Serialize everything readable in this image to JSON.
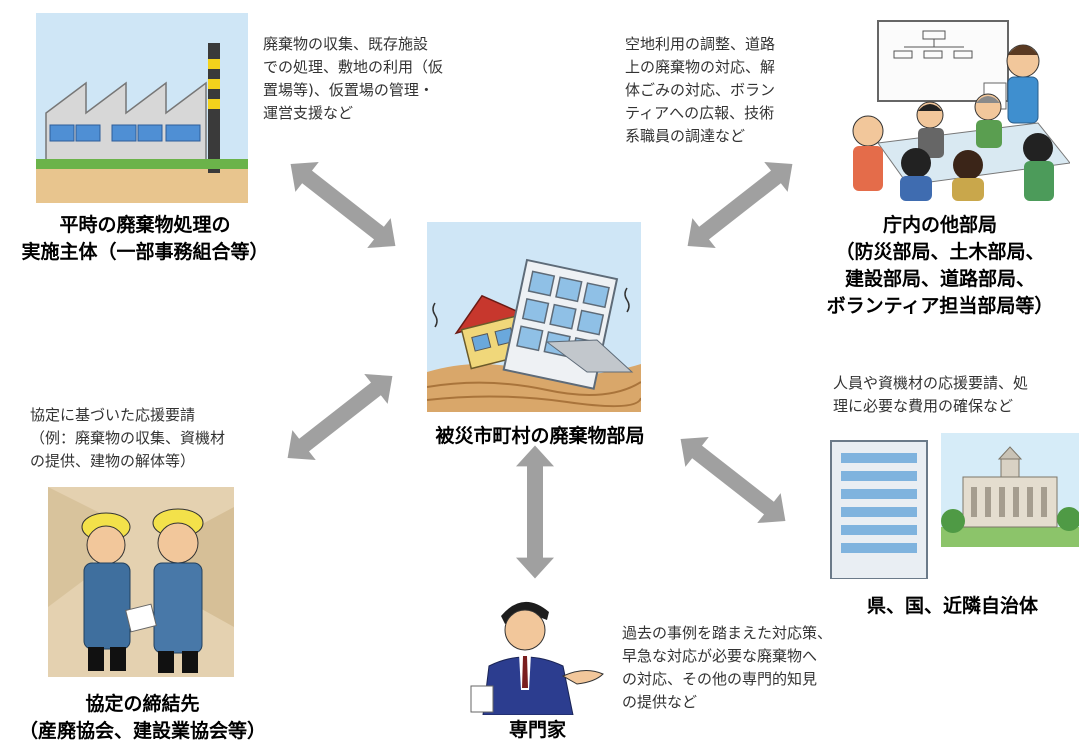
{
  "center": {
    "label": "被災市町村の廃棄物部局"
  },
  "nodes": {
    "waste_body": {
      "label": "平時の廃棄物処理の\n実施主体（一部事務組合等）",
      "desc": "廃棄物の収集、既存施設\nでの処理、敷地の利用（仮\n置場等)、仮置場の管理・\n運営支援など"
    },
    "other_depts": {
      "label": "庁内の他部局\n（防災部局、土木部局、\n建設部局、道路部局、\nボランティア担当部局等）",
      "desc": "空地利用の調整、道路\n上の廃棄物の対応、解\n体ごみの対応、ボラン\nティアへの広報、技術\n系職員の調達など"
    },
    "agreement": {
      "label": "協定の締結先\n（産廃協会、建設業協会等）",
      "desc": "協定に基づいた応援要請\n（例：廃棄物の収集、資機材\nの提供、建物の解体等）"
    },
    "government": {
      "label": "県、国、近隣自治体",
      "desc": "人員や資機材の応援要請、処\n理に必要な費用の確保など"
    },
    "expert": {
      "label": "専門家",
      "desc": "過去の事例を踏まえた対応策、\n早急な対応が必要な廃棄物へ\nの対応、その他の専門的知見\nの提供など"
    }
  },
  "colors": {
    "arrow": "#a0a0a0",
    "sky": "#cfe6f6",
    "ground": "#d9a76a"
  }
}
